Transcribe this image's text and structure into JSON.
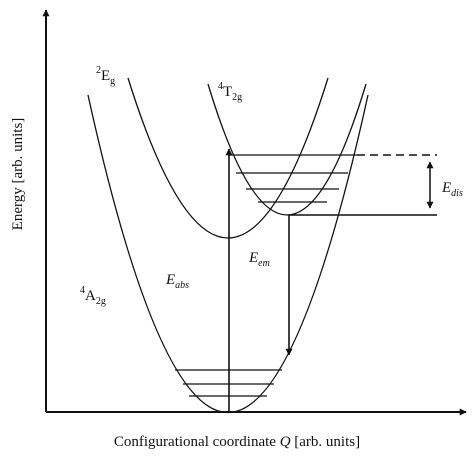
{
  "axes": {
    "y_label": "Energy [arb. units]",
    "x_label_prefix": "Configurational coordinate",
    "x_label_symbol": "Q",
    "x_label_suffix": "[arb. units]"
  },
  "states": {
    "ground": {
      "base": "A",
      "pre": "4",
      "sub": "2g"
    },
    "doublet": {
      "base": "E",
      "pre": "2",
      "sub": "g"
    },
    "quartet": {
      "base": "T",
      "pre": "4",
      "sub": "2g"
    }
  },
  "transitions": {
    "absorption": {
      "base": "E",
      "sub": "abs"
    },
    "emission": {
      "base": "E",
      "sub": "em"
    },
    "dissociation": {
      "base": "E",
      "sub": "dis"
    }
  },
  "colors": {
    "ink": "#111111",
    "background": "#ffffff"
  }
}
